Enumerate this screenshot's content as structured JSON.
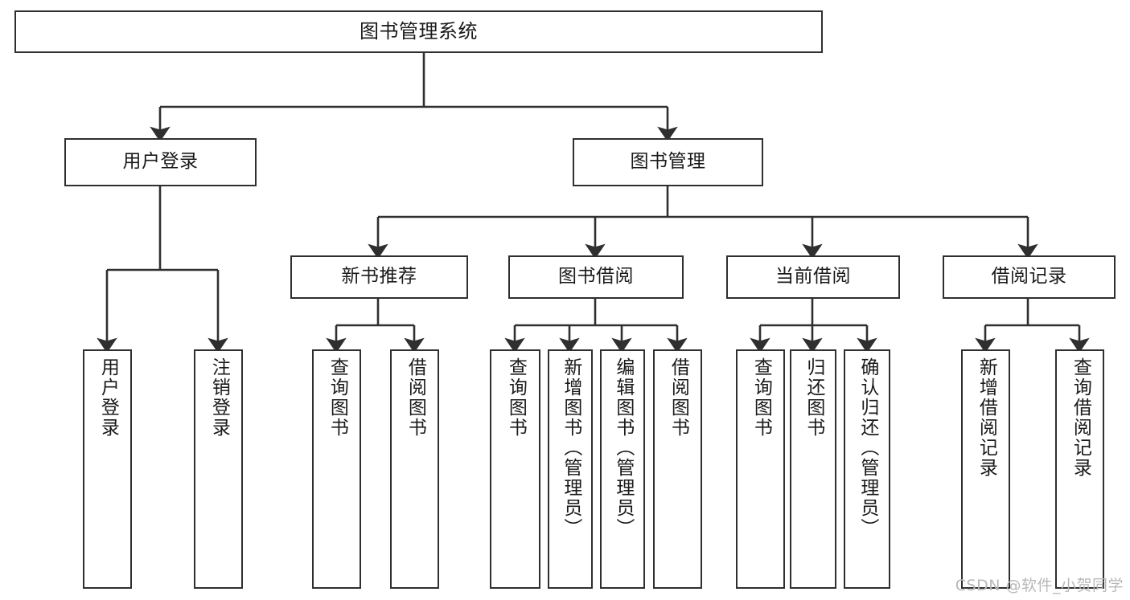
{
  "diagram": {
    "type": "tree-hierarchy",
    "title": "图书管理系统",
    "watermark": "CSDN @软件_小贺同学",
    "colors": {
      "stroke": "#2f2f2f",
      "fill": "#ffffff",
      "text": "#1a1a1a",
      "watermark": "#b8b8b8"
    },
    "nodes": {
      "root": {
        "label": "图书管理系统"
      },
      "level2": [
        {
          "label": "用户登录"
        },
        {
          "label": "图书管理"
        }
      ],
      "level3": [
        {
          "label": "新书推荐"
        },
        {
          "label": "图书借阅"
        },
        {
          "label": "当前借阅"
        },
        {
          "label": "借阅记录"
        }
      ],
      "leaves": {
        "user_login": [
          {
            "label": "用户登录"
          },
          {
            "label": "注销登录"
          }
        ],
        "new_book_recommend": [
          {
            "label": "查询图书"
          },
          {
            "label": "借阅图书"
          }
        ],
        "book_borrow": [
          {
            "label": "查询图书"
          },
          {
            "label": "新增图书（管理员）"
          },
          {
            "label": "编辑图书（管理员）"
          },
          {
            "label": "借阅图书"
          }
        ],
        "current_borrow": [
          {
            "label": "查询图书"
          },
          {
            "label": "归还图书"
          },
          {
            "label": "确认归还（管理员）"
          }
        ],
        "borrow_record": [
          {
            "label": "新增借阅记录"
          },
          {
            "label": "查询借阅记录"
          }
        ]
      }
    }
  }
}
